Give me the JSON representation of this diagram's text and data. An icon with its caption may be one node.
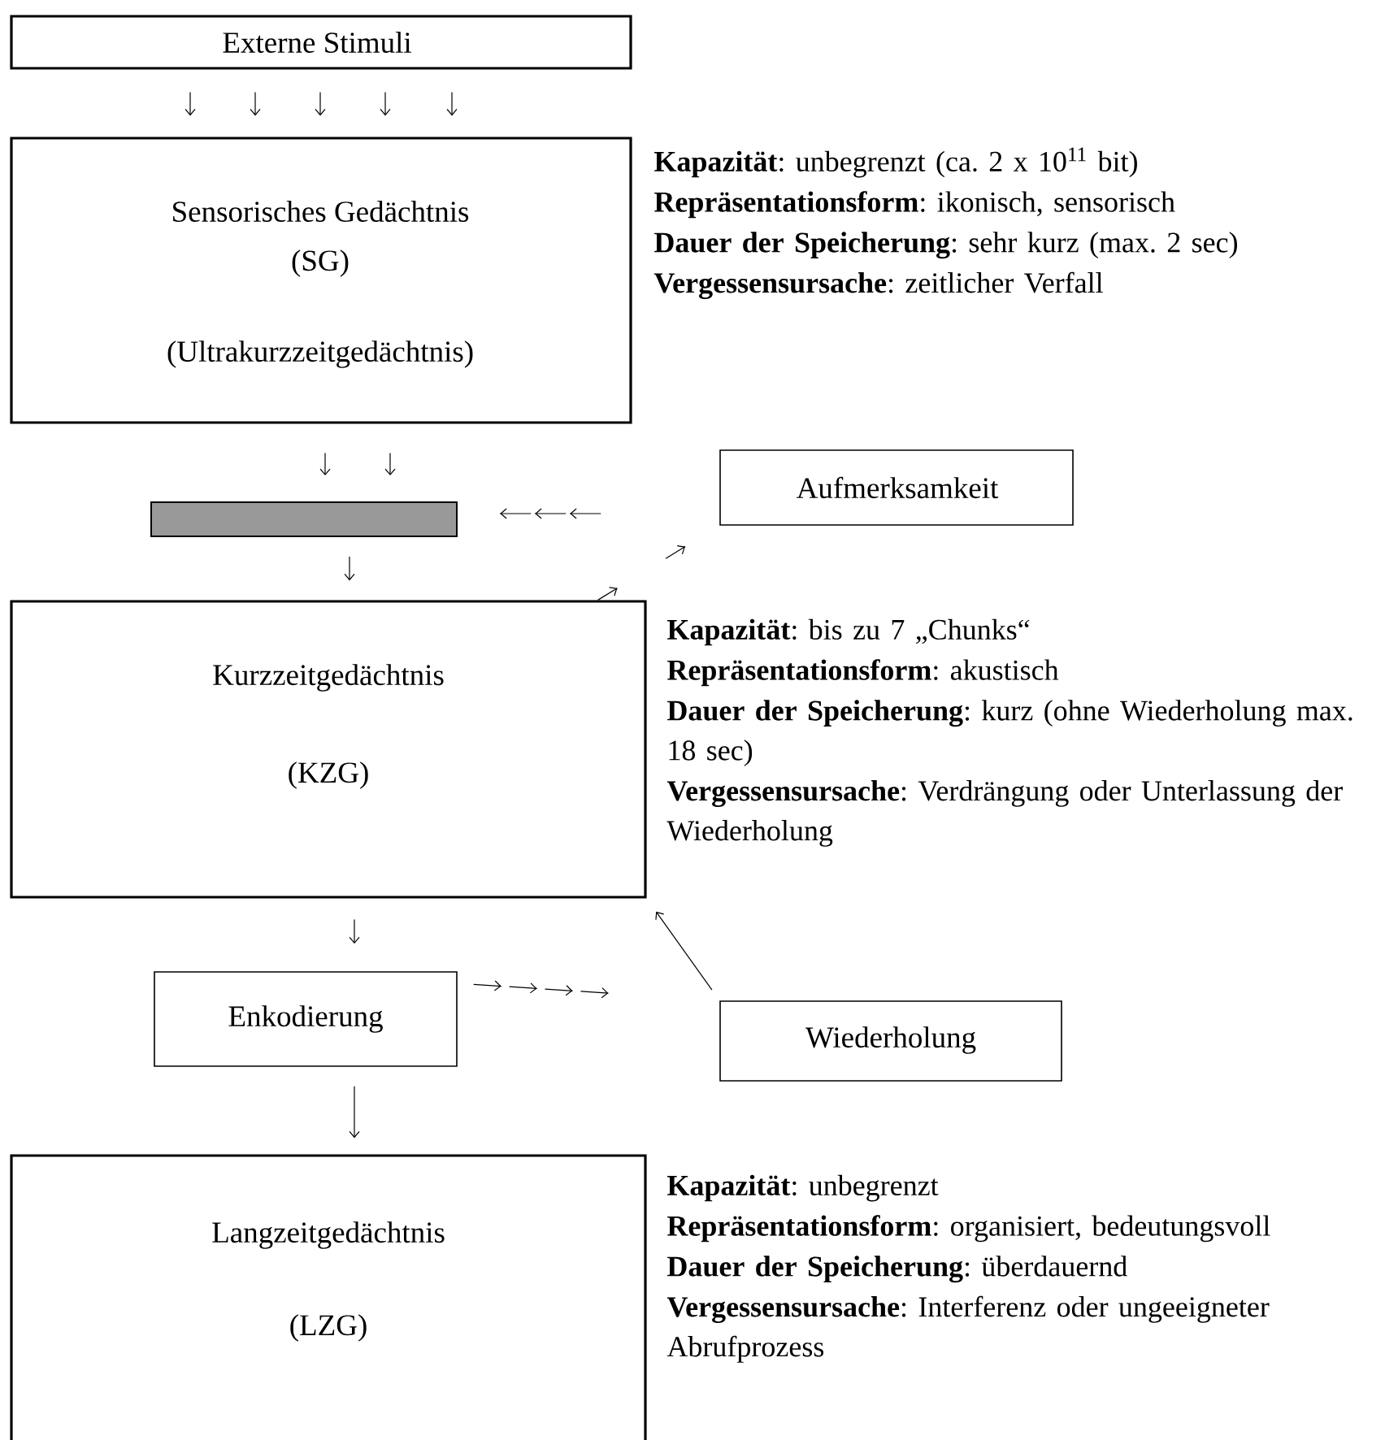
{
  "diagram": {
    "nodes": [
      {
        "text": [
          "Externe Stimuli"
        ]
      },
      {
        "text": [
          "Sensorisches Gedächtnis",
          "(SG)",
          "(Ultrakurzzeitgedächtnis)"
        ],
        "beside": [
          "**Kapazität**: unbegrenzt (ca. 2 x 10$^{11}$ bit)",
          "**Repräsentationsform**: ikonisch, sensorisch",
          "**Dauer der Speicherung**: sehr kurz (max. 2 sec)",
          "**Vergessensursache**: zeitlicher Verfall"
        ]
      },
      {
        "text": [],
        "shape": "bar"
      },
      {
        "text": [
          "Aufmerksamkeit"
        ]
      },
      {
        "text": [
          "Kurzzeitgedächtnis",
          "(KZG)"
        ],
        "beside": [
          "**Kapazität**: bis zu 7 „Chunks“",
          "**Repräsentationsform**: akustisch",
          "**Dauer der Speicherung**: kurz (ohne Wiederholung max. 18 sec)",
          "**Vergessensursache**: Verdrängung oder Unterlassung der Wiederholung"
        ]
      },
      {
        "text": [
          "Enkodierung"
        ]
      },
      {
        "text": [
          "Wiederholung"
        ]
      },
      {
        "text": [
          "Langzeitgedächtnis",
          "(LZG)"
        ],
        "beside": [
          "**Kapazität**: unbegrenzt",
          "**Repräsentationsform**: organisiert, bedeutungsvoll",
          "**Dauer der Speicherung**: überdauernd",
          "**Vergessensursache**: Interferenz oder ungeeigneter Abrufprozess"
        ]
      }
    ],
    "edges": [
      {
        "from": 0,
        "to": 1,
        "arrow": "to"
      },
      {
        "from": 0,
        "to": 1,
        "arrow": "to"
      },
      {
        "from": 0,
        "to": 1,
        "arrow": "to"
      },
      {
        "from": 0,
        "to": 1,
        "arrow": "to"
      },
      {
        "from": 0,
        "to": 1,
        "arrow": "to"
      },
      {
        "from": 1,
        "to": 2,
        "arrow": "to"
      },
      {
        "from": 1,
        "to": 2,
        "arrow": "to"
      },
      {
        "from": 3,
        "to": 2,
        "arrow": "to",
        "style": "dashed"
      },
      {
        "from": 2,
        "to": 4,
        "arrow": "to"
      },
      {
        "from": 4,
        "to": 3,
        "arrow": "to",
        "style": "dashed"
      },
      {
        "from": 4,
        "to": 5,
        "arrow": "to"
      },
      {
        "from": 5,
        "to": 6,
        "arrow": "to",
        "style": "dashed"
      },
      {
        "from": 6,
        "to": 4,
        "arrow": "to"
      },
      {
        "from": 5,
        "to": 7,
        "arrow": "to"
      }
    ]
  }
}
